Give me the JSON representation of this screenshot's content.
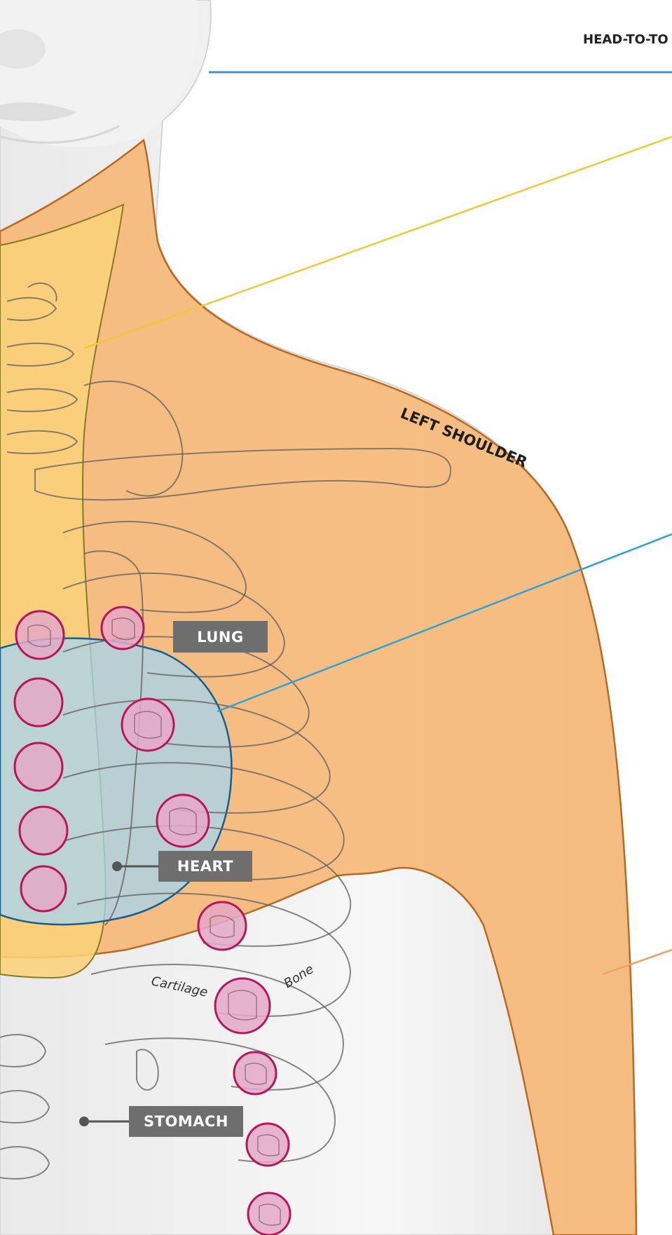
{
  "heading": "HEAD-TO-TO",
  "region_label": "LEFT SHOULDER",
  "organ_labels": {
    "lung": "LUNG",
    "heart": "HEART",
    "stomach": "STOMACH"
  },
  "tissue_labels": {
    "cartilage": "Cartilage",
    "bone": "Bone"
  },
  "colors": {
    "zone_orange": "#f5b978",
    "zone_yellow": "#f9d27a",
    "heart_blue": "#a9d3ea",
    "point_magenta": "#b8155a",
    "label_box": "#6e6e6e",
    "leader_blue": "#4a8fcc",
    "leader_yellow": "#f0c83a",
    "leader_cyan": "#2aa2d6",
    "leader_orange": "#f0a060"
  }
}
